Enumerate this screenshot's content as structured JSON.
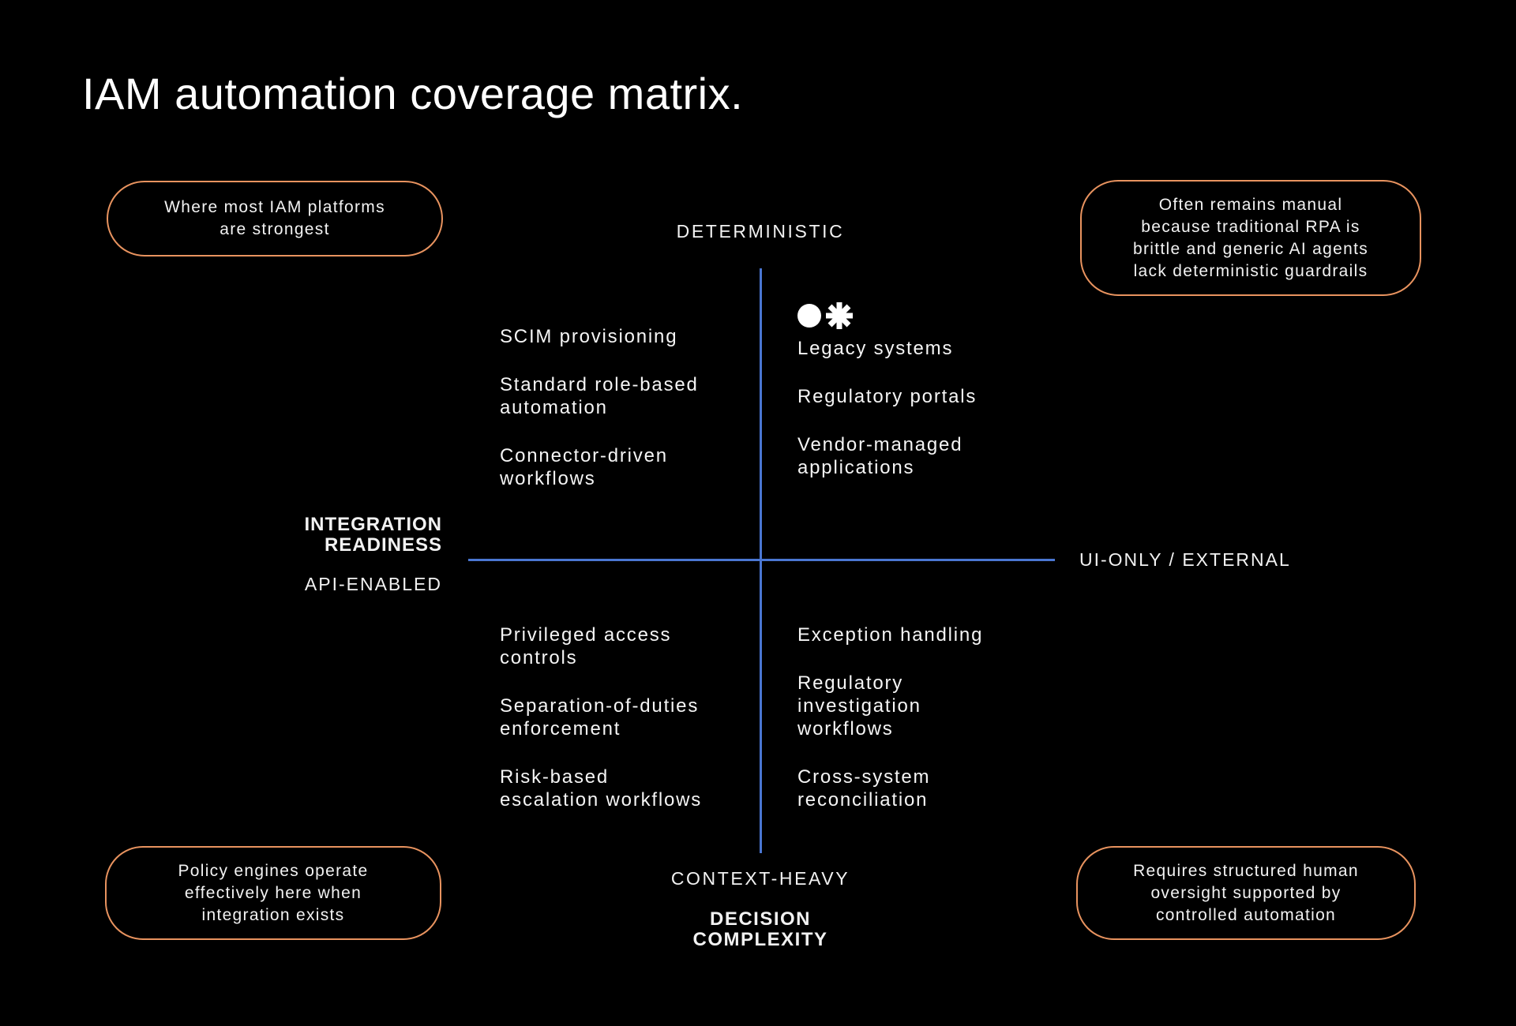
{
  "title": "IAM automation coverage matrix.",
  "colors": {
    "background": "#000000",
    "text": "#f2f2f2",
    "callout_border": "#e8935f",
    "axis_line": "#4a76d2"
  },
  "callouts": {
    "top_left": "Where most IAM platforms\nare strongest",
    "top_right": "Often remains manual\nbecause traditional RPA is\nbrittle and generic AI agents\nlack deterministic guardrails",
    "bottom_left": "Policy engines operate\neffectively here when\nintegration exists",
    "bottom_right": "Requires structured human\noversight supported by\ncontrolled automation"
  },
  "axes": {
    "top": "DETERMINISTIC",
    "bottom": "CONTEXT-HEAVY",
    "bottom_title": "DECISION\nCOMPLEXITY",
    "left_title": "INTEGRATION\nREADINESS",
    "left": "API-ENABLED",
    "right": "UI-ONLY / EXTERNAL"
  },
  "quadrants": {
    "top_left": {
      "items": [
        "SCIM provisioning",
        "Standard role-based\nautomation",
        "Connector-driven\nworkflows"
      ]
    },
    "top_right": {
      "icons": [
        "circle-icon",
        "asterisk-icon"
      ],
      "items": [
        "Legacy systems",
        "Regulatory portals",
        "Vendor-managed\napplications"
      ]
    },
    "bottom_left": {
      "items": [
        "Privileged access\ncontrols",
        "Separation-of-duties\nenforcement",
        "Risk-based\nescalation workflows"
      ]
    },
    "bottom_right": {
      "items": [
        "Exception handling",
        "Regulatory\ninvestigation\nworkflows",
        "Cross-system\nreconciliation"
      ]
    }
  }
}
